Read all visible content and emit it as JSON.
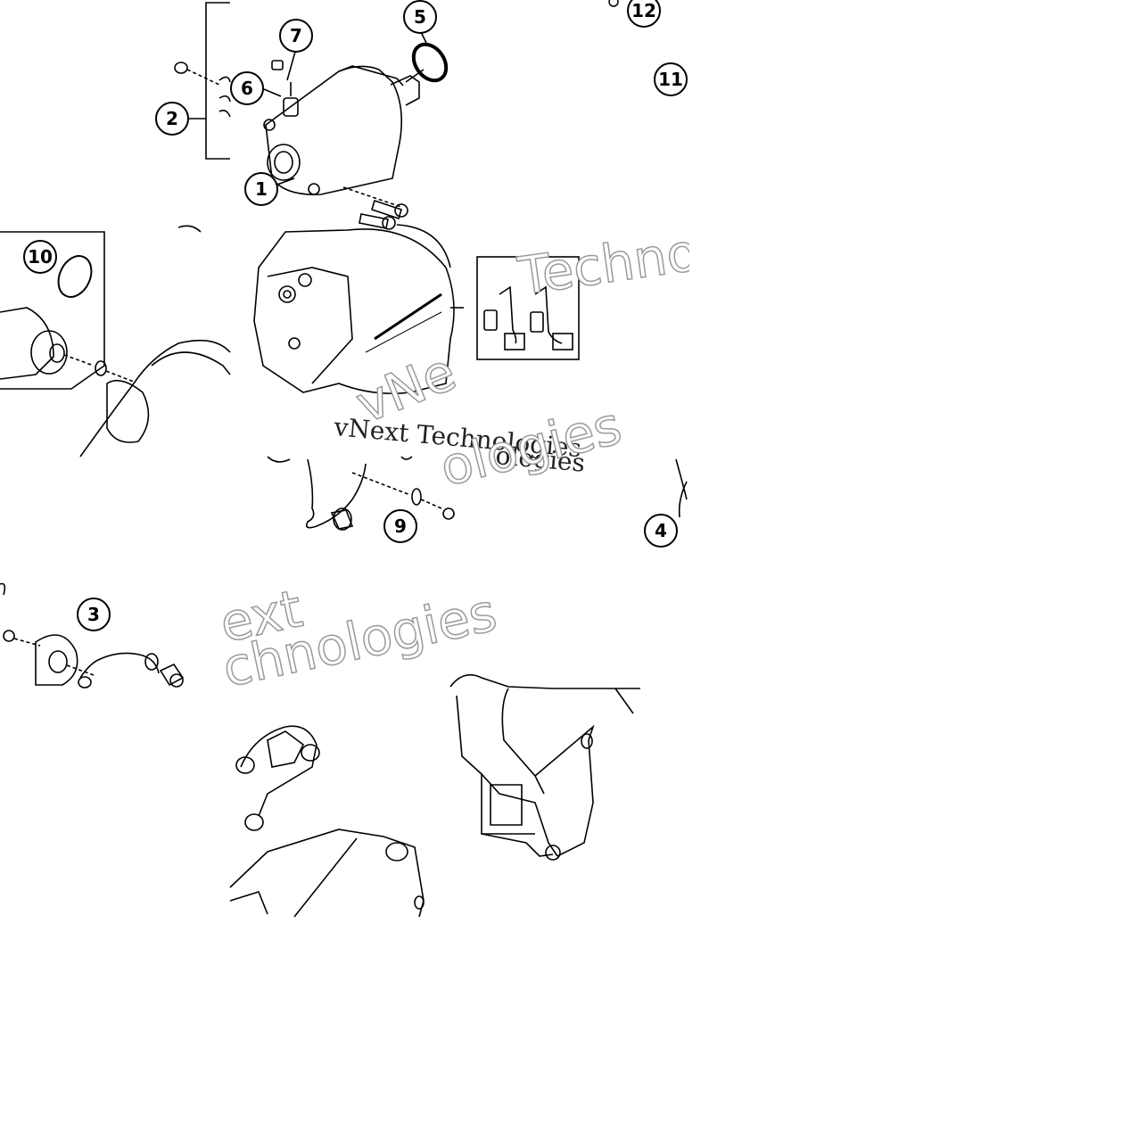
{
  "diagram": {
    "callouts": [
      "1",
      "2",
      "3",
      "4",
      "5",
      "6",
      "7",
      "9",
      "10",
      "11",
      "12"
    ],
    "watermarks": {
      "serif_line": "vNext Technologies",
      "serif_line_2": "ologies",
      "outline_technologies": "Techno",
      "outline_vnext": "vNe",
      "outline_ext": "ext",
      "outline_ologies": "ologies",
      "outline_chnologies": "chnologies"
    },
    "colors": {
      "line": "#000000",
      "background": "#ffffff",
      "watermark_stroke": "#9a9a9a"
    }
  }
}
